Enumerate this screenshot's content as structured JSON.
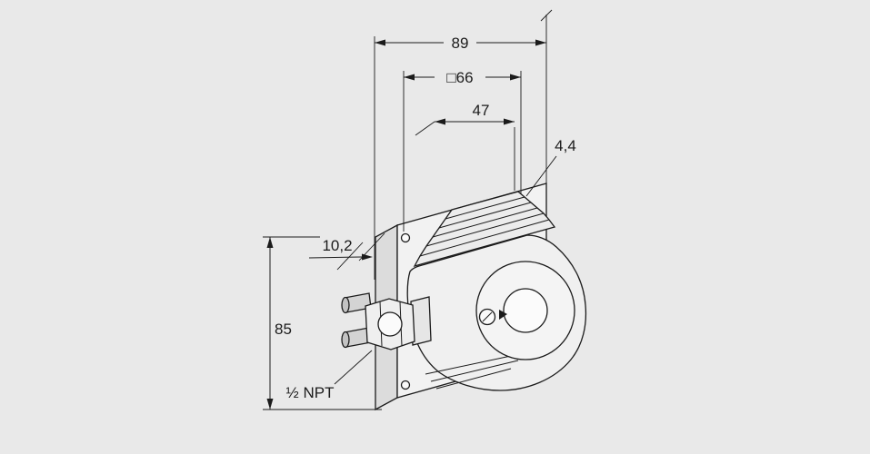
{
  "drawing": {
    "type": "technical-dimension-drawing",
    "subject": "pressure-switch-with-mounting-flange",
    "background_color": "#e9e9e9",
    "line_color": "#1b1b1b"
  },
  "dimensions": {
    "overall_width": "89",
    "mount_square": "□66",
    "center_offset": "47",
    "hole_diameter": "4,4",
    "plate_thickness": "10,2",
    "overall_height": "85",
    "thread": "½ NPT"
  }
}
